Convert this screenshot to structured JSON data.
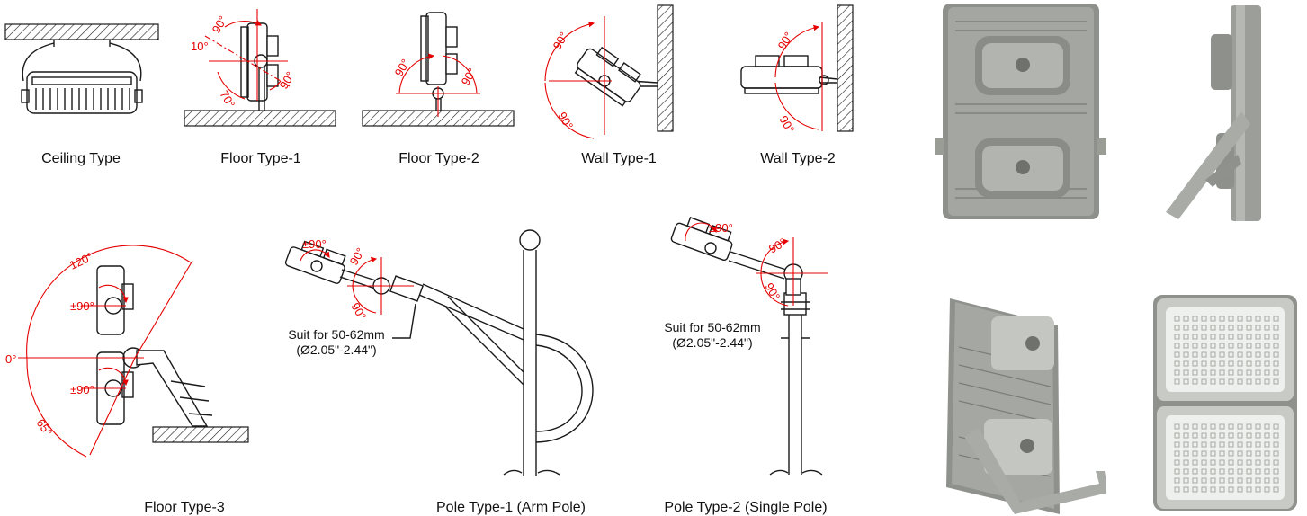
{
  "captions": {
    "ceiling": "Ceiling Type",
    "floor1": "Floor Type-1",
    "floor2": "Floor Type-2",
    "wall1": "Wall Type-1",
    "wall2": "Wall Type-2",
    "floor3": "Floor Type-3",
    "pole1": "Pole Type-1 (Arm Pole)",
    "pole2": "Pole Type-2 (Single Pole)"
  },
  "suit_text": {
    "line1": "Suit for 50-62mm",
    "line2": "(Ø2.05\"-2.44\")"
  },
  "angles": {
    "a90": "90°",
    "a10": "10°",
    "a70": "70°",
    "a120": "120°",
    "a0": "0°",
    "a65": "65°",
    "p90": "±90°"
  },
  "colors": {
    "annotation": "#e60000",
    "line": "#1a1a1a",
    "fixture_gray": "#9a9c96"
  }
}
